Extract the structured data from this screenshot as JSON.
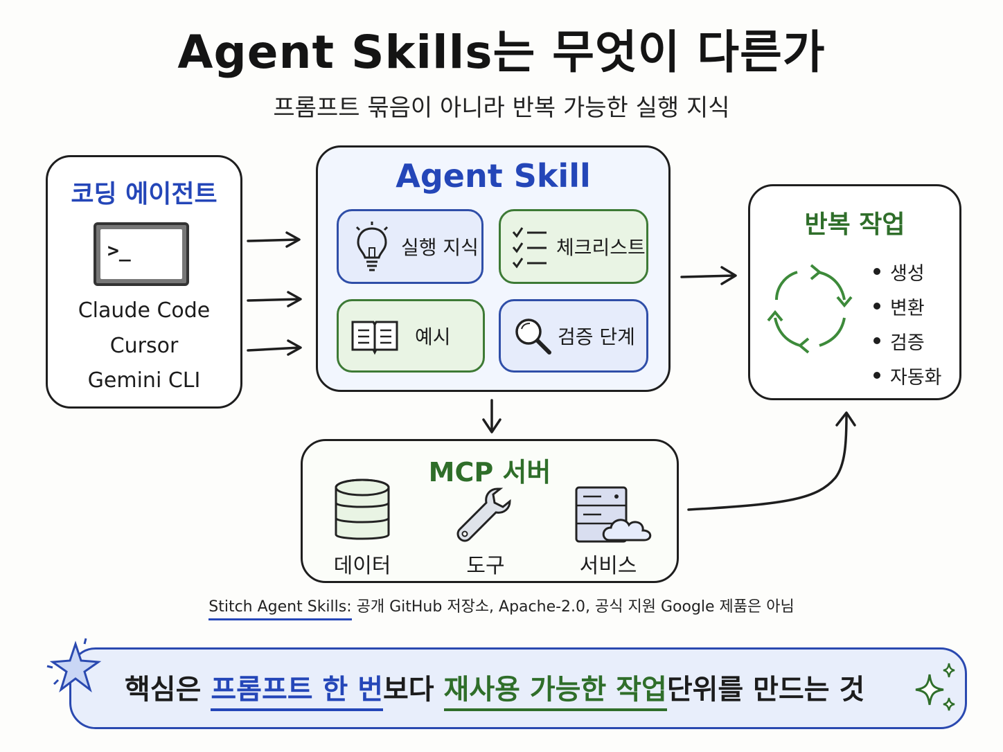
{
  "title": "Agent Skills는 무엇이 다른가",
  "subtitle": "프롬프트 묶음이 아니라 반복 가능한 실행 지식",
  "coding_agent": {
    "heading": "코딩 에이전트",
    "terminal_prompt": ">_",
    "tools": [
      "Claude Code",
      "Cursor",
      "Gemini CLI"
    ]
  },
  "agent_skill": {
    "heading": "Agent Skill",
    "tiles": [
      {
        "label": "실행 지식",
        "icon": "lightbulb-icon"
      },
      {
        "label": "체크리스트",
        "icon": "checklist-icon"
      },
      {
        "label": "예시",
        "icon": "book-icon"
      },
      {
        "label": "검증 단계",
        "icon": "magnifier-icon"
      }
    ]
  },
  "repeat_work": {
    "heading": "반복 작업",
    "items": [
      "생성",
      "변환",
      "검증",
      "자동화"
    ]
  },
  "mcp": {
    "heading": "MCP 서버",
    "items": [
      {
        "label": "데이터",
        "icon": "database-icon"
      },
      {
        "label": "도구",
        "icon": "wrench-icon"
      },
      {
        "label": "서비스",
        "icon": "server-cloud-icon"
      }
    ]
  },
  "footnote": {
    "lead": "Stitch Agent Skills:",
    "rest": " 공개 GitHub 저장소, Apache-2.0, 공식 지원 Google 제품은 아님"
  },
  "banner": {
    "p1": "핵심은 ",
    "p2": "프롬프트 한 번",
    "p3": "보다 ",
    "p4": "재사용 가능한 작업",
    "p5": " 단위를 만드는 것"
  },
  "colors": {
    "blue": "#2446b8",
    "green": "#2f6e2a",
    "blue_fill": "#e6ecfb",
    "green_fill": "#e9f4e4"
  }
}
